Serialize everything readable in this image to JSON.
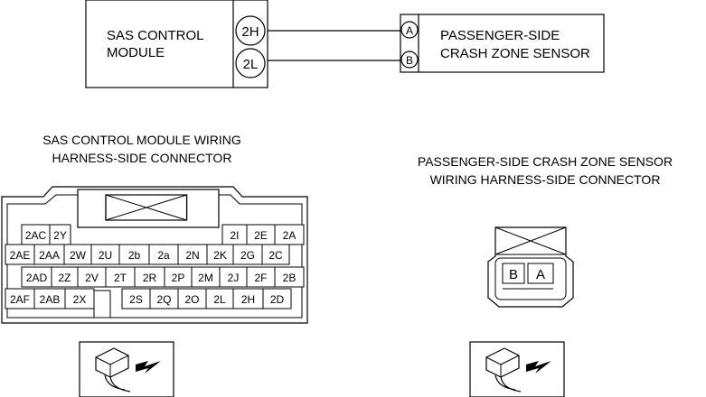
{
  "diagram": {
    "sas_module": {
      "label_line1": "SAS CONTROL",
      "label_line2": "MODULE",
      "terminals": [
        "2H",
        "2L"
      ]
    },
    "sensor": {
      "label_line1": "PASSENGER-SIDE",
      "label_line2": "CRASH ZONE SENSOR",
      "terminals": [
        "A",
        "B"
      ]
    },
    "wires": [
      {
        "from": "2H",
        "to": "A"
      },
      {
        "from": "2L",
        "to": "B"
      }
    ]
  },
  "sas_connector": {
    "caption_line1": "SAS CONTROL MODULE WIRING",
    "caption_line2": "HARNESS-SIDE CONNECTOR",
    "row1": [
      "2AC",
      "2Y",
      "2I",
      "2E",
      "2A"
    ],
    "row2": [
      "2AE",
      "2AA",
      "2W",
      "2U",
      "2b",
      "2a",
      "2N",
      "2K",
      "2G",
      "2C"
    ],
    "row3": [
      "2AD",
      "2Z",
      "2V",
      "2T",
      "2R",
      "2P",
      "2M",
      "2J",
      "2F",
      "2B"
    ],
    "row4": [
      "2AF",
      "2AB",
      "2X",
      "2S",
      "2Q",
      "2O",
      "2L",
      "2H",
      "2D"
    ]
  },
  "sensor_connector": {
    "caption_line1": "PASSENGER-SIDE CRASH ZONE SENSOR",
    "caption_line2": "WIRING HARNESS-SIDE CONNECTOR",
    "pins": [
      "B",
      "A"
    ]
  }
}
